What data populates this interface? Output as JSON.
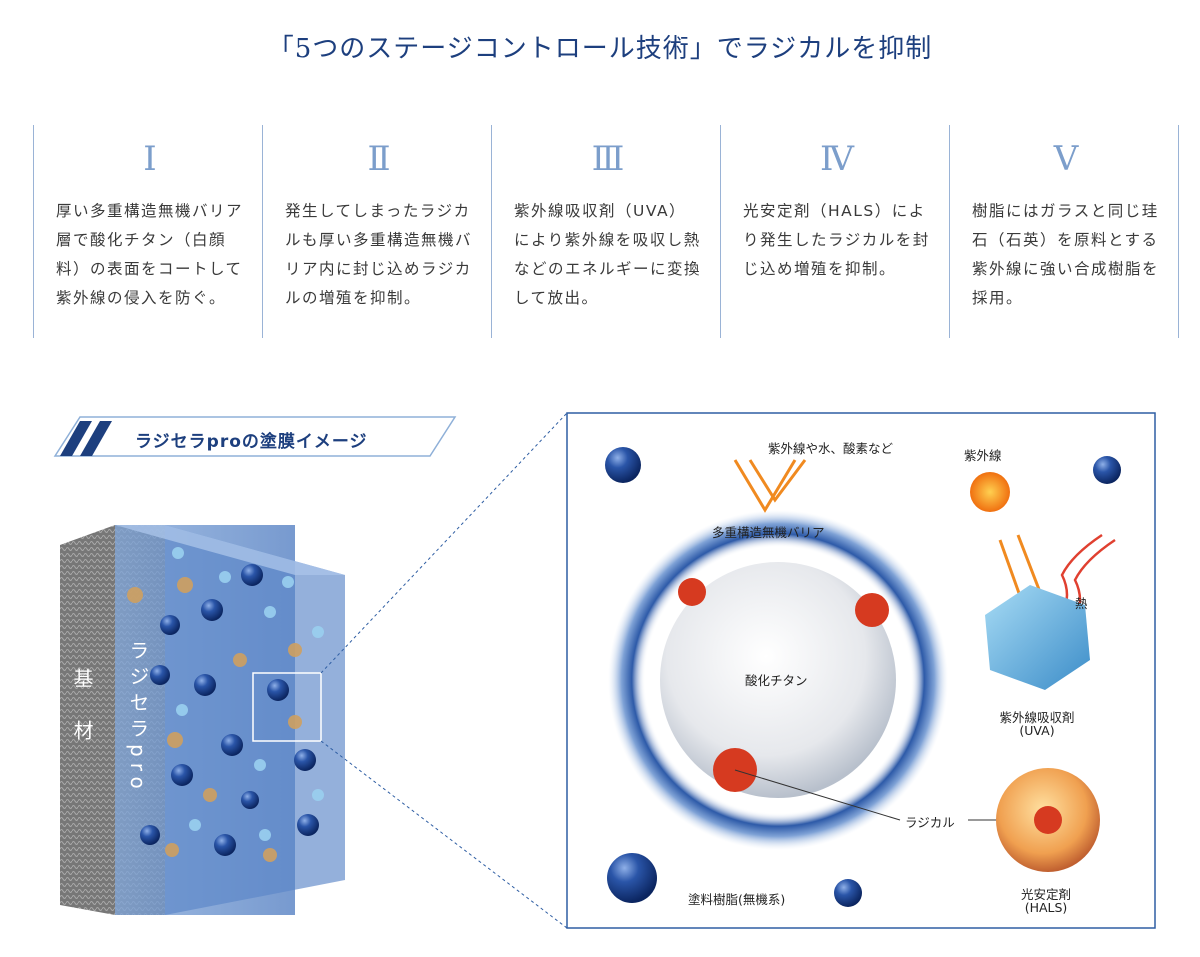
{
  "title": "「5つのステージコントロール技術」でラジカルを抑制",
  "stages": [
    {
      "numeral": "Ⅰ",
      "text": "厚い多重構造無機バリア層で酸化チタン（白顔料）の表面をコートして紫外線の侵入を防ぐ。"
    },
    {
      "numeral": "Ⅱ",
      "text": "発生してしまったラジカルも厚い多重構造無機バリア内に封じ込めラジカルの増殖を抑制。"
    },
    {
      "numeral": "Ⅲ",
      "text": "紫外線吸収剤（UVA）により紫外線を吸収し熱などのエネルギーに変換して放出。"
    },
    {
      "numeral": "Ⅳ",
      "text": "光安定剤（HALS）により発生したラジカルを封じ込め増殖を抑制。"
    },
    {
      "numeral": "Ⅴ",
      "text": "樹脂にはガラスと同じ珪石（石英）を原料とする紫外線に強い合成樹脂を採用。"
    }
  ],
  "banner": "ラジセラproの塗膜イメージ",
  "left_diagram": {
    "substrate": "基　材",
    "coating": "ラジセラpro"
  },
  "right_diagram": {
    "uv_water_oxygen": "紫外線や水、酸素など",
    "uv": "紫外線",
    "barrier": "多重構造無機バリア",
    "heat": "熱",
    "titanium_oxide": "酸化チタン",
    "uva_label": "紫外線吸収剤",
    "uva_abbr": "(UVA)",
    "radical": "ラジカル",
    "hals_label": "光安定剤",
    "hals_abbr": "(HALS)",
    "resin": "塗料樹脂(無機系)"
  },
  "colors": {
    "navy": "#1d3f7e",
    "accent": "#7c9ecb",
    "frame": "#2f5ea3"
  }
}
